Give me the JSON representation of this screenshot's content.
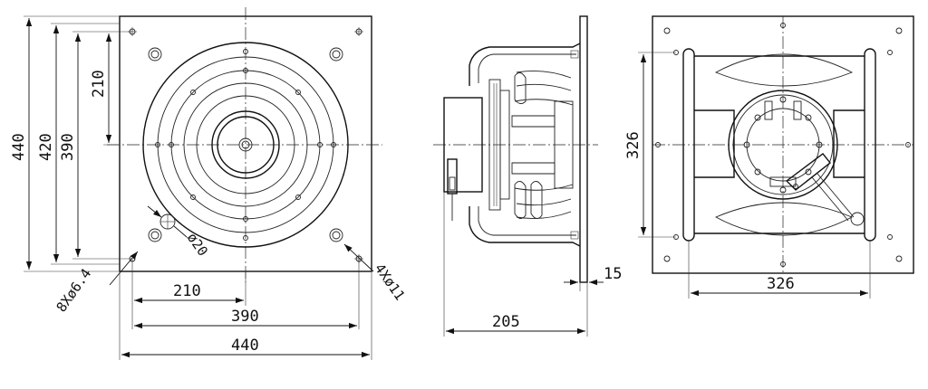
{
  "front_view": {
    "dim_440_vertical": "440",
    "dim_420_vertical": "420",
    "dim_390_vertical": "390",
    "dim_210_vertical": "210",
    "dim_210_horizontal": "210",
    "dim_390_horizontal": "390",
    "dim_440_horizontal": "440",
    "hole_8x": "8Xø6.4",
    "hole_4x": "4Xø11",
    "hole_20": "ø20"
  },
  "side_view": {
    "dim_205": "205",
    "dim_15": "15"
  },
  "rear_view": {
    "dim_326_vertical": "326",
    "dim_326_horizontal": "326"
  }
}
